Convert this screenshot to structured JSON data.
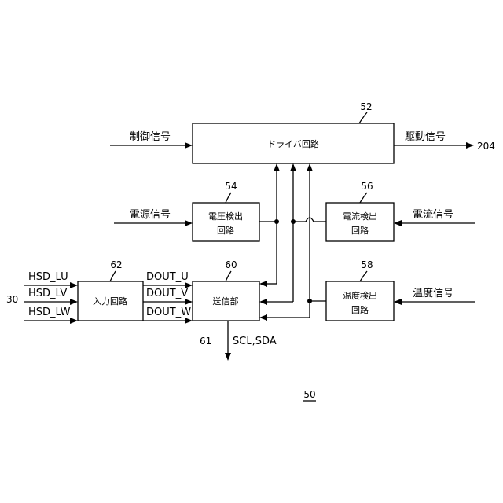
{
  "figure_number": "50",
  "blocks": {
    "driver": {
      "ref": "52",
      "label": "ドライバ回路"
    },
    "voltage_detect": {
      "ref": "54",
      "line1": "電圧検出",
      "line2": "回路"
    },
    "current_detect": {
      "ref": "56",
      "line1": "電流検出",
      "line2": "回路"
    },
    "temp_detect": {
      "ref": "58",
      "line1": "温度検出",
      "line2": "回路"
    },
    "transmitter": {
      "ref": "60",
      "label": "送信部"
    },
    "input_circuit": {
      "ref": "62",
      "label": "入力回路"
    }
  },
  "signals": {
    "control": "制御信号",
    "drive": "駆動信号",
    "drive_ref": "204",
    "power_supply": "電源信号",
    "current": "電流信号",
    "temperature": "温度信号",
    "hsd_lu": "HSD_LU",
    "hsd_lv": "HSD_LV",
    "hsd_lw": "HSD_LW",
    "input_ref": "30",
    "dout_u": "DOUT_U",
    "dout_v": "DOUT_V",
    "dout_w": "DOUT_W",
    "output_ref": "61",
    "output": "SCL,SDA"
  }
}
